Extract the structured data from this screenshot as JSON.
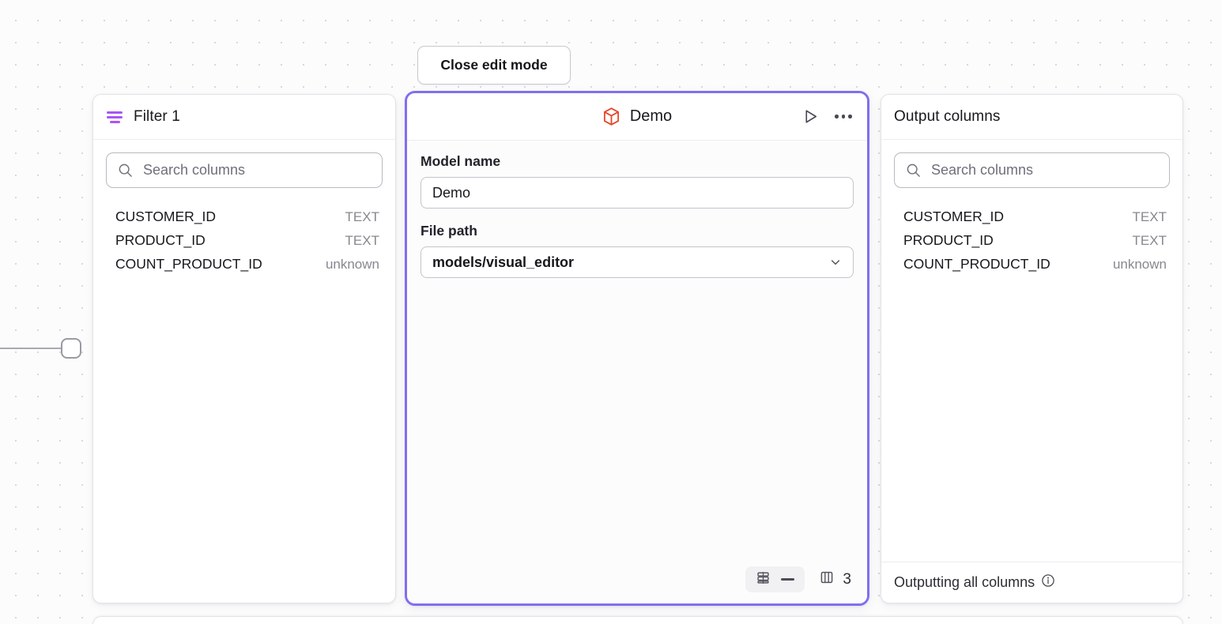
{
  "toolbar": {
    "close_edit_mode_label": "Close edit mode"
  },
  "colors": {
    "filter_accent": "#a855f7",
    "selected_border": "#7f6ff2",
    "model_icon": "#e8472b",
    "canvas_background": "#fcfcfd",
    "muted_text": "#87878f"
  },
  "filter_panel": {
    "title": "Filter 1",
    "icon": "filter-icon",
    "search": {
      "placeholder": "Search columns",
      "value": "",
      "icon": "search-icon"
    },
    "columns": [
      {
        "name": "CUSTOMER_ID",
        "type": "TEXT"
      },
      {
        "name": "PRODUCT_ID",
        "type": "TEXT"
      },
      {
        "name": "COUNT_PRODUCT_ID",
        "type": "unknown"
      }
    ]
  },
  "model_panel": {
    "title": "Demo",
    "icon": "cube-icon",
    "run_icon": "play-icon",
    "more_icon": "ellipsis-icon",
    "fields": {
      "model_name_label": "Model name",
      "model_name_value": "Demo",
      "file_path_label": "File path",
      "file_path_value": "models/visual_editor",
      "file_path_chevron": "chevron-down-icon"
    },
    "footer": {
      "rows_icon": "rows-icon",
      "rows_value": "—",
      "columns_icon": "columns-icon",
      "columns_count": "3"
    }
  },
  "output_panel": {
    "title": "Output columns",
    "search": {
      "placeholder": "Search columns",
      "value": "",
      "icon": "search-icon"
    },
    "columns": [
      {
        "name": "CUSTOMER_ID",
        "type": "TEXT"
      },
      {
        "name": "PRODUCT_ID",
        "type": "TEXT"
      },
      {
        "name": "COUNT_PRODUCT_ID",
        "type": "unknown"
      }
    ],
    "footer": {
      "text": "Outputting all columns",
      "icon": "info-icon"
    }
  }
}
